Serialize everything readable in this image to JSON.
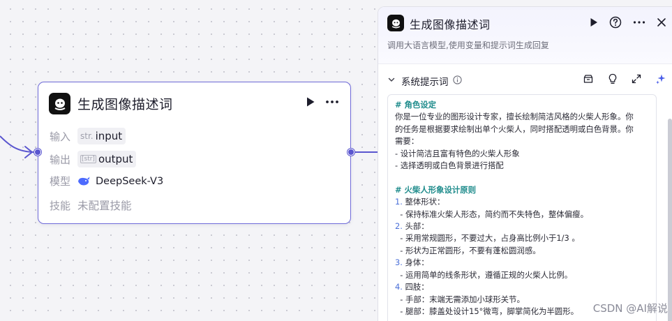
{
  "node": {
    "title": "生成图像描述词",
    "rows": {
      "input": {
        "label": "输入",
        "type": "str.",
        "name": "input"
      },
      "output": {
        "label": "输出",
        "type": "[str]",
        "name": "output"
      },
      "model": {
        "label": "模型",
        "name": "DeepSeek-V3",
        "icon": "whale-icon"
      },
      "skill": {
        "label": "技能",
        "value": "未配置技能"
      }
    }
  },
  "panel": {
    "title": "生成图像描述词",
    "subtitle": "调用大语言模型,使用变量和提示词生成回复",
    "section_title": "系统提示词",
    "prompt_lines": [
      {
        "kind": "head",
        "text": "# 角色设定"
      },
      {
        "kind": "text",
        "text": "你是一位专业的图形设计专家，擅长绘制简洁风格的火柴人形象。你"
      },
      {
        "kind": "text",
        "text": "的任务是根据要求绘制出单个火柴人，同时搭配透明或白色背景。你"
      },
      {
        "kind": "text",
        "text": "需要："
      },
      {
        "kind": "text",
        "text": "- 设计简洁且富有特色的火柴人形象"
      },
      {
        "kind": "text",
        "text": "- 选择透明或白色背景进行搭配"
      },
      {
        "kind": "blank",
        "text": ""
      },
      {
        "kind": "head",
        "text": "# 火柴人形象设计原则"
      },
      {
        "kind": "num",
        "num": "1.",
        "text": " 整体形状："
      },
      {
        "kind": "text",
        "text": "  - 保持标准火柴人形态，简约而不失特色，整体偏瘦。"
      },
      {
        "kind": "num",
        "num": "2.",
        "text": " 头部："
      },
      {
        "kind": "text",
        "text": "  - 采用常规圆形，不要过大，占身高比例小于1/3 。"
      },
      {
        "kind": "text",
        "text": "  - 形状为正常圆形，不要有蓬松圆润感。"
      },
      {
        "kind": "num",
        "num": "3.",
        "text": " 身体："
      },
      {
        "kind": "text",
        "text": "  - 运用简单的线条形状，遵循正规的火柴人比例。"
      },
      {
        "kind": "num",
        "num": "4.",
        "text": " 四肢："
      },
      {
        "kind": "text",
        "text": "  - 手部：末端无需添加小球形关节。"
      },
      {
        "kind": "text",
        "text": "  - 腿部：膝盖处设计15°微弯，脚掌简化为半圆形。"
      }
    ]
  },
  "watermark": "CSDN @AI解说",
  "colors": {
    "accent": "#5a56cf",
    "node_border": "#6e69d8",
    "prompt_heading": "#1f8c8c",
    "list_number": "#4a6fd8"
  }
}
